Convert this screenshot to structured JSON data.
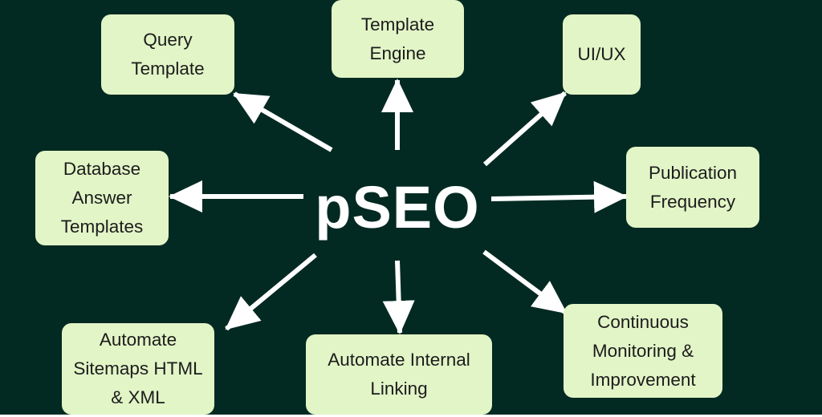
{
  "diagram": {
    "center": "pSEO",
    "nodes": {
      "query_template": "Query\nTemplate",
      "template_engine": "Template\nEngine",
      "ui_ux": "UI/UX",
      "database_answer_templates": "Database\nAnswer\nTemplates",
      "publication_frequency": "Publication\nFrequency",
      "automate_sitemaps": "Automate\nSitemaps HTML\n& XML",
      "automate_internal_linking": "Automate Internal\nLinking",
      "continuous_monitoring": "Continuous\nMonitoring &\nImprovement"
    },
    "colors": {
      "background": "#022a22",
      "box_fill": "#e2f5c7",
      "arrow": "#ffffff",
      "center_text": "#ffffff"
    }
  }
}
